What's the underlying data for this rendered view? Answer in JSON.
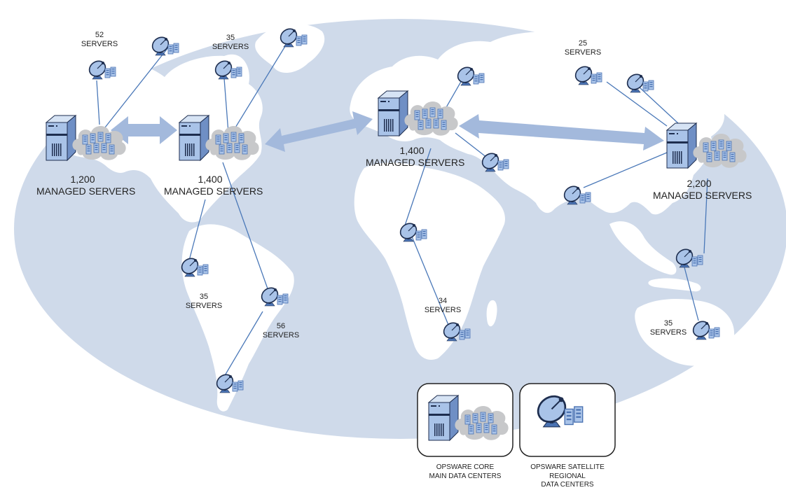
{
  "colors": {
    "ocean": "#cfdaea",
    "land": "#ffffff",
    "arrow": "#a3b9dc",
    "link": "#4a78b8",
    "cloud": "#c7c8ca",
    "server_light": "#a9c3e8",
    "server_dark": "#4a72b2",
    "text": "#222222"
  },
  "icons": {
    "core": "data-center-core-icon",
    "satellite": "satellite-dish-icon",
    "rack": "server-rack-icon",
    "cloud": "cloud-icon"
  },
  "cores": [
    {
      "id": "core-na-west",
      "count": "1,200",
      "caption": "MANAGED SERVERS"
    },
    {
      "id": "core-na-east",
      "count": "1,400",
      "caption": "MANAGED SERVERS"
    },
    {
      "id": "core-europe",
      "count": "1,400",
      "caption": "MANAGED SERVERS"
    },
    {
      "id": "core-asia",
      "count": "2,200",
      "caption": "MANAGED SERVERS"
    }
  ],
  "satellites": [
    {
      "id": "sat-alaska",
      "count": "52",
      "caption": "SERVERS"
    },
    {
      "id": "sat-canada",
      "count": "",
      "caption": ""
    },
    {
      "id": "sat-hudson",
      "count": "35",
      "caption": "SERVERS"
    },
    {
      "id": "sat-greenland",
      "count": "",
      "caption": ""
    },
    {
      "id": "sat-andes",
      "count": "35",
      "caption": "SERVERS"
    },
    {
      "id": "sat-brazil",
      "count": "56",
      "caption": "SERVERS"
    },
    {
      "id": "sat-patagonia",
      "count": "",
      "caption": ""
    },
    {
      "id": "sat-scandinavia",
      "count": "",
      "caption": ""
    },
    {
      "id": "sat-middle-east",
      "count": "",
      "caption": ""
    },
    {
      "id": "sat-west-africa",
      "count": "",
      "caption": ""
    },
    {
      "id": "sat-south-africa",
      "count": "34",
      "caption": "SERVERS"
    },
    {
      "id": "sat-russia-1",
      "count": "25",
      "caption": "SERVERS"
    },
    {
      "id": "sat-russia-2",
      "count": "",
      "caption": ""
    },
    {
      "id": "sat-india",
      "count": "",
      "caption": ""
    },
    {
      "id": "sat-southeast-asia",
      "count": "",
      "caption": ""
    },
    {
      "id": "sat-australia",
      "count": "35",
      "caption": "SERVERS"
    }
  ],
  "legend": {
    "core": {
      "line1": "OPSWARE CORE",
      "line2": "MAIN DATA CENTERS"
    },
    "satellite": {
      "line1": "OPSWARE SATELLITE",
      "line2": "REGIONAL",
      "line3": "DATA CENTERS"
    }
  }
}
